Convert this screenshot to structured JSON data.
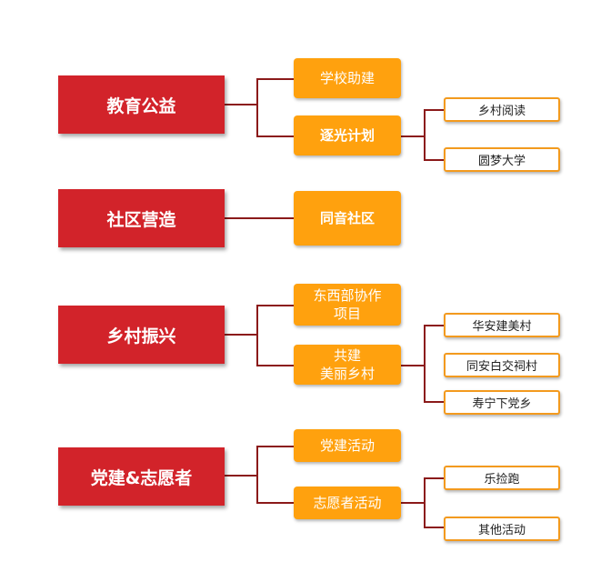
{
  "diagram": {
    "groups": [
      {
        "label": "教育公益",
        "subs": [
          {
            "label": "学校助建",
            "leaves": []
          },
          {
            "label": "逐光计划",
            "leaves": [
              "乡村阅读",
              "圆梦大学"
            ]
          }
        ]
      },
      {
        "label": "社区营造",
        "subs": [
          {
            "label": "同音社区",
            "leaves": []
          }
        ]
      },
      {
        "label": "乡村振兴",
        "subs": [
          {
            "label": "东西部协作\n项目",
            "leaves": []
          },
          {
            "label": "共建\n美丽乡村",
            "leaves": [
              "华安建美村",
              "同安白交祠村",
              "寿宁下党乡"
            ]
          }
        ]
      },
      {
        "label": "党建&志愿者",
        "subs": [
          {
            "label": "党建活动",
            "leaves": []
          },
          {
            "label": "志愿者活动",
            "leaves": [
              "乐捡跑",
              "其他活动"
            ]
          }
        ]
      }
    ]
  }
}
